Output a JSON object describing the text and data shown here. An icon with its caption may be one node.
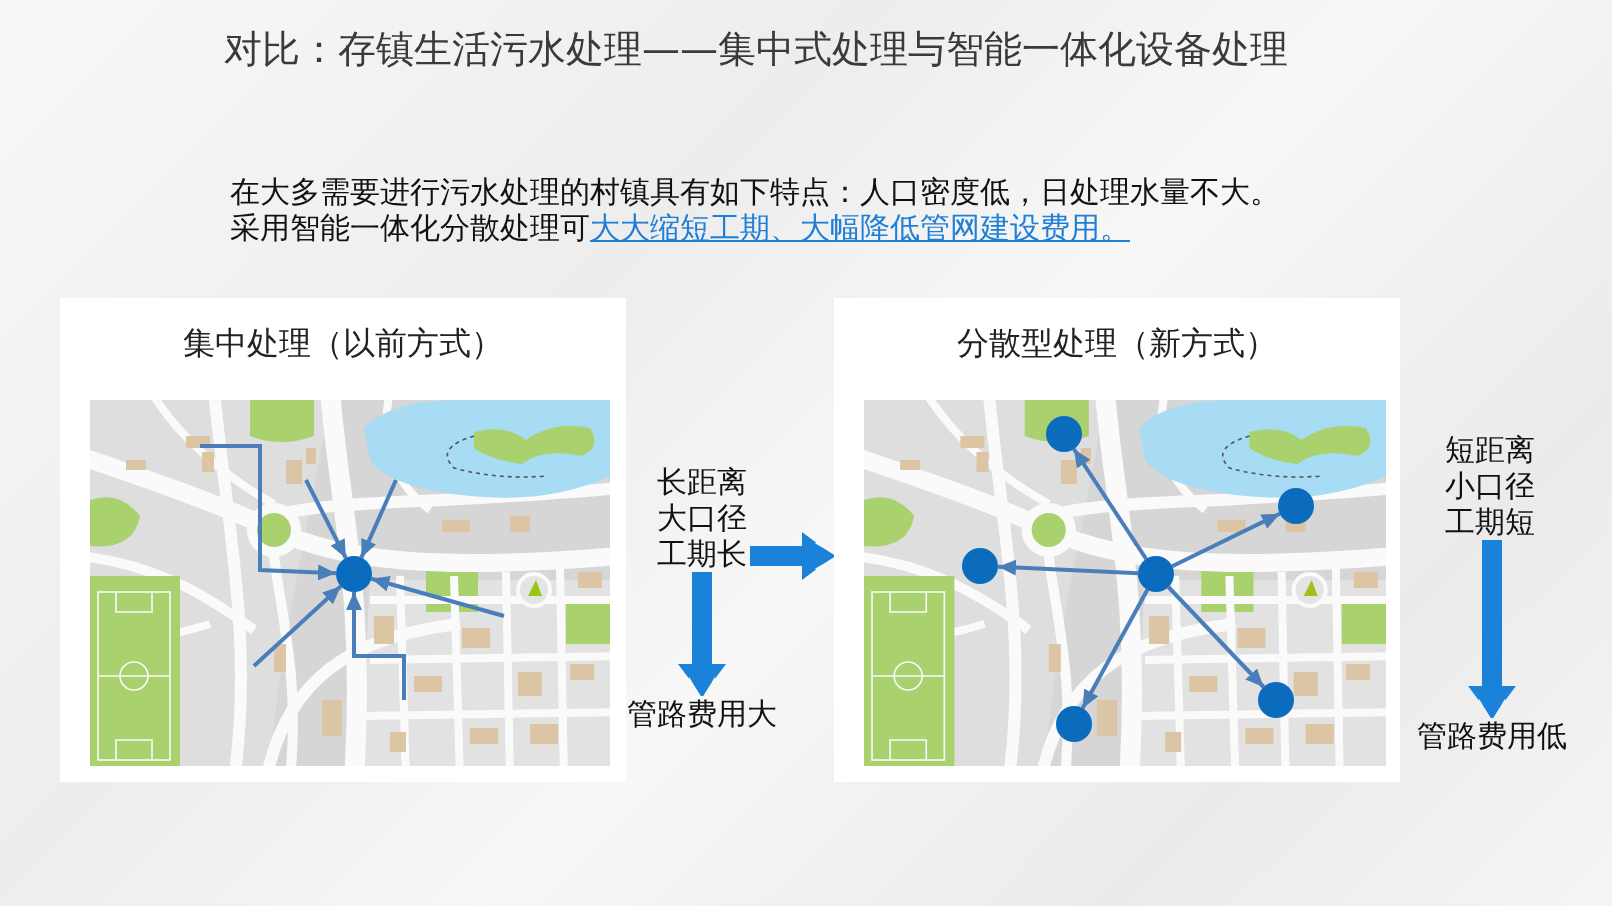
{
  "diagram": {
    "title": "对比：存镇生活污水处理——集中式处理与智能一体化设备处理",
    "nodes": [
      {
        "text": [
          "集中处理（以前方式）"
        ]
      },
      {
        "text": [],
        "shape": "circle",
        "in": 0
      },
      {
        "text": [
          "长距离",
          "大口径",
          "工期长"
        ]
      },
      {
        "text": [
          "管路费用大"
        ]
      },
      {
        "text": [
          "分散型处理（新方式）"
        ]
      },
      {
        "text": [],
        "shape": "circle",
        "in": 4
      },
      {
        "text": [],
        "shape": "circle",
        "in": 4
      },
      {
        "text": [],
        "shape": "circle",
        "in": 4
      },
      {
        "text": [],
        "shape": "circle",
        "in": 4
      },
      {
        "text": [],
        "shape": "circle",
        "in": 4
      },
      {
        "text": [],
        "shape": "circle",
        "in": 4
      },
      {
        "text": [
          "短距离",
          "小口径",
          "工期短"
        ]
      },
      {
        "text": [
          "管路费用低"
        ]
      }
    ],
    "edges": [
      {
        "from": null,
        "to": 1,
        "arrow": "to"
      },
      {
        "from": null,
        "to": 1,
        "arrow": "to"
      },
      {
        "from": null,
        "to": 1,
        "arrow": "to"
      },
      {
        "from": null,
        "to": 1,
        "arrow": "to"
      },
      {
        "from": null,
        "to": 1,
        "arrow": "to"
      },
      {
        "from": null,
        "to": 1,
        "arrow": "to"
      },
      {
        "from": 2,
        "to": 3,
        "arrow": "to",
        "style": "thick",
        "color": "#1a82d9"
      },
      {
        "from": 2,
        "to": 4,
        "arrow": "to",
        "style": "thick",
        "color": "#1a82d9"
      },
      {
        "from": 5,
        "to": 6,
        "arrow": "to"
      },
      {
        "from": 5,
        "to": 7,
        "arrow": "to"
      },
      {
        "from": 5,
        "to": 8,
        "arrow": "to"
      },
      {
        "from": 5,
        "to": 9,
        "arrow": "to"
      },
      {
        "from": 5,
        "to": 10,
        "arrow": "to"
      },
      {
        "from": 11,
        "to": 12,
        "arrow": "to",
        "style": "thick",
        "color": "#1a82d9"
      }
    ],
    "labels": [
      "在大多需要进行污水处理的村镇具有如下特点：人口密度低，日处理水量不大。",
      "采用智能一体化分散处理可",
      "大大缩短工期、大幅降低管网建设费用。"
    ]
  }
}
